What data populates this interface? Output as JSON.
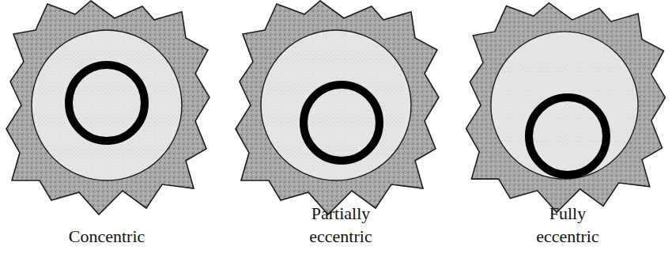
{
  "diagram": {
    "labels": [
      "Concentric",
      "Partially eccentric",
      "Fully eccentric"
    ]
  }
}
